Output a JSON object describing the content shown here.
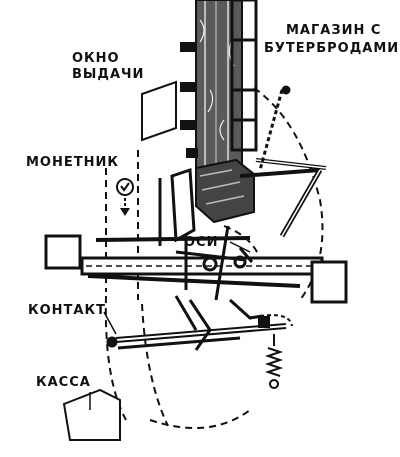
{
  "labels": {
    "window": [
      "ОКНО",
      "ВЫДАЧИ"
    ],
    "sandwich_store": [
      "МАГАЗИН С",
      "БУТЕРБРОДАМИ"
    ],
    "coin_slot": "МОНЕТНИК",
    "axes": "ОСИ",
    "contact": "КОНТАКТ",
    "cash_box": "КАССА"
  },
  "colors": {
    "ink": "#111111",
    "wood": "#555555",
    "paper": "#ffffff"
  }
}
